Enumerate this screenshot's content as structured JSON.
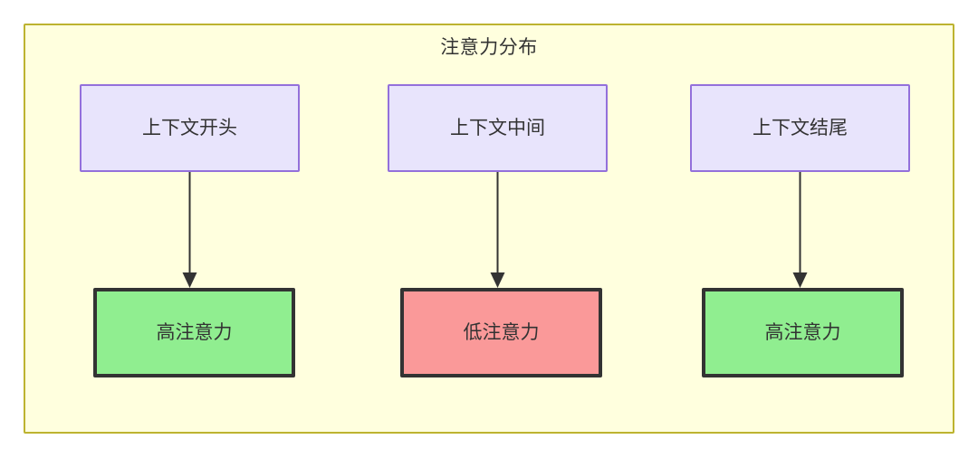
{
  "diagram": {
    "title": "注意力分布",
    "container": {
      "fill": "#ffffde",
      "border": "#bdb330"
    },
    "nodes": [
      {
        "id": "context-start",
        "label": "上下文开头",
        "group": "context",
        "fill": "#e8e4fc",
        "border": "#9370db"
      },
      {
        "id": "context-middle",
        "label": "上下文中间",
        "group": "context",
        "fill": "#e8e4fc",
        "border": "#9370db"
      },
      {
        "id": "context-end",
        "label": "上下文结尾",
        "group": "context",
        "fill": "#e8e4fc",
        "border": "#9370db"
      },
      {
        "id": "high-start",
        "label": "高注意力",
        "group": "attention-high",
        "fill": "#90ee90",
        "border": "#333333"
      },
      {
        "id": "low-middle",
        "label": "低注意力",
        "group": "attention-low",
        "fill": "#fa9999",
        "border": "#333333"
      },
      {
        "id": "high-end",
        "label": "高注意力",
        "group": "attention-high",
        "fill": "#90ee90",
        "border": "#333333"
      }
    ],
    "edges": [
      {
        "from": "context-start",
        "to": "high-start",
        "label": ""
      },
      {
        "from": "context-middle",
        "to": "low-middle",
        "label": ""
      },
      {
        "from": "context-end",
        "to": "high-end",
        "label": ""
      }
    ]
  }
}
